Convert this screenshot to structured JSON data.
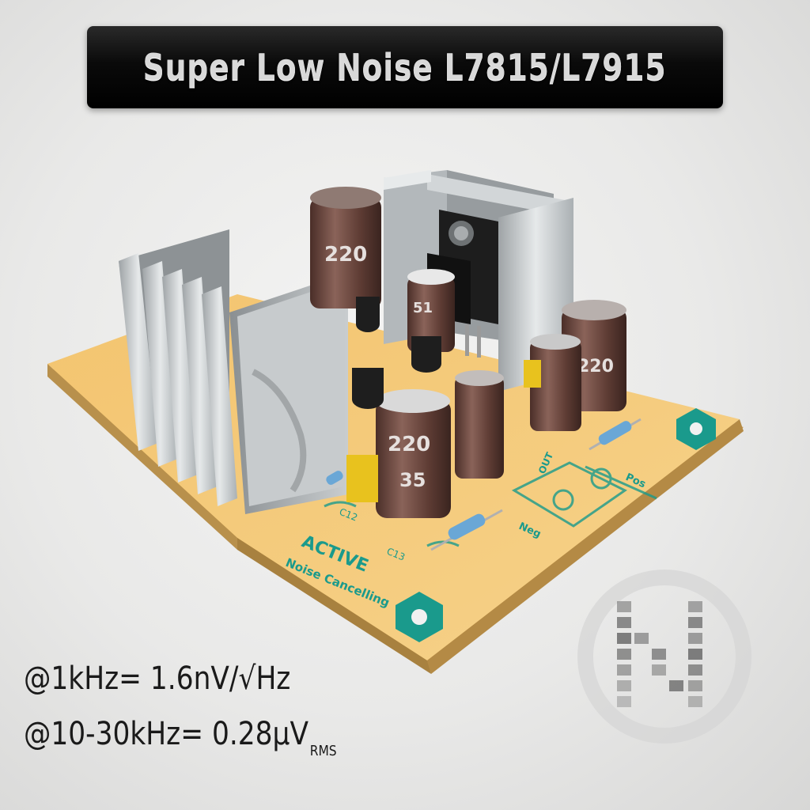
{
  "title": "Super Low Noise L7815/L7915",
  "pcb": {
    "label_main": "ACTIVE",
    "label_sub": "Noise Cancelling",
    "label_c12": "C12",
    "label_c13": "C13",
    "label_pos": "Pos",
    "label_neg": "Neg",
    "label_out": "OUT",
    "cap_label_a": "220",
    "cap_label_b": "35",
    "cap_label_c": "51"
  },
  "specs": {
    "line1": "@1kHz= 1.6nV/√Hz",
    "line2_main": "@10-30kHz= 0.28µV",
    "line2_sub": "RMS"
  }
}
